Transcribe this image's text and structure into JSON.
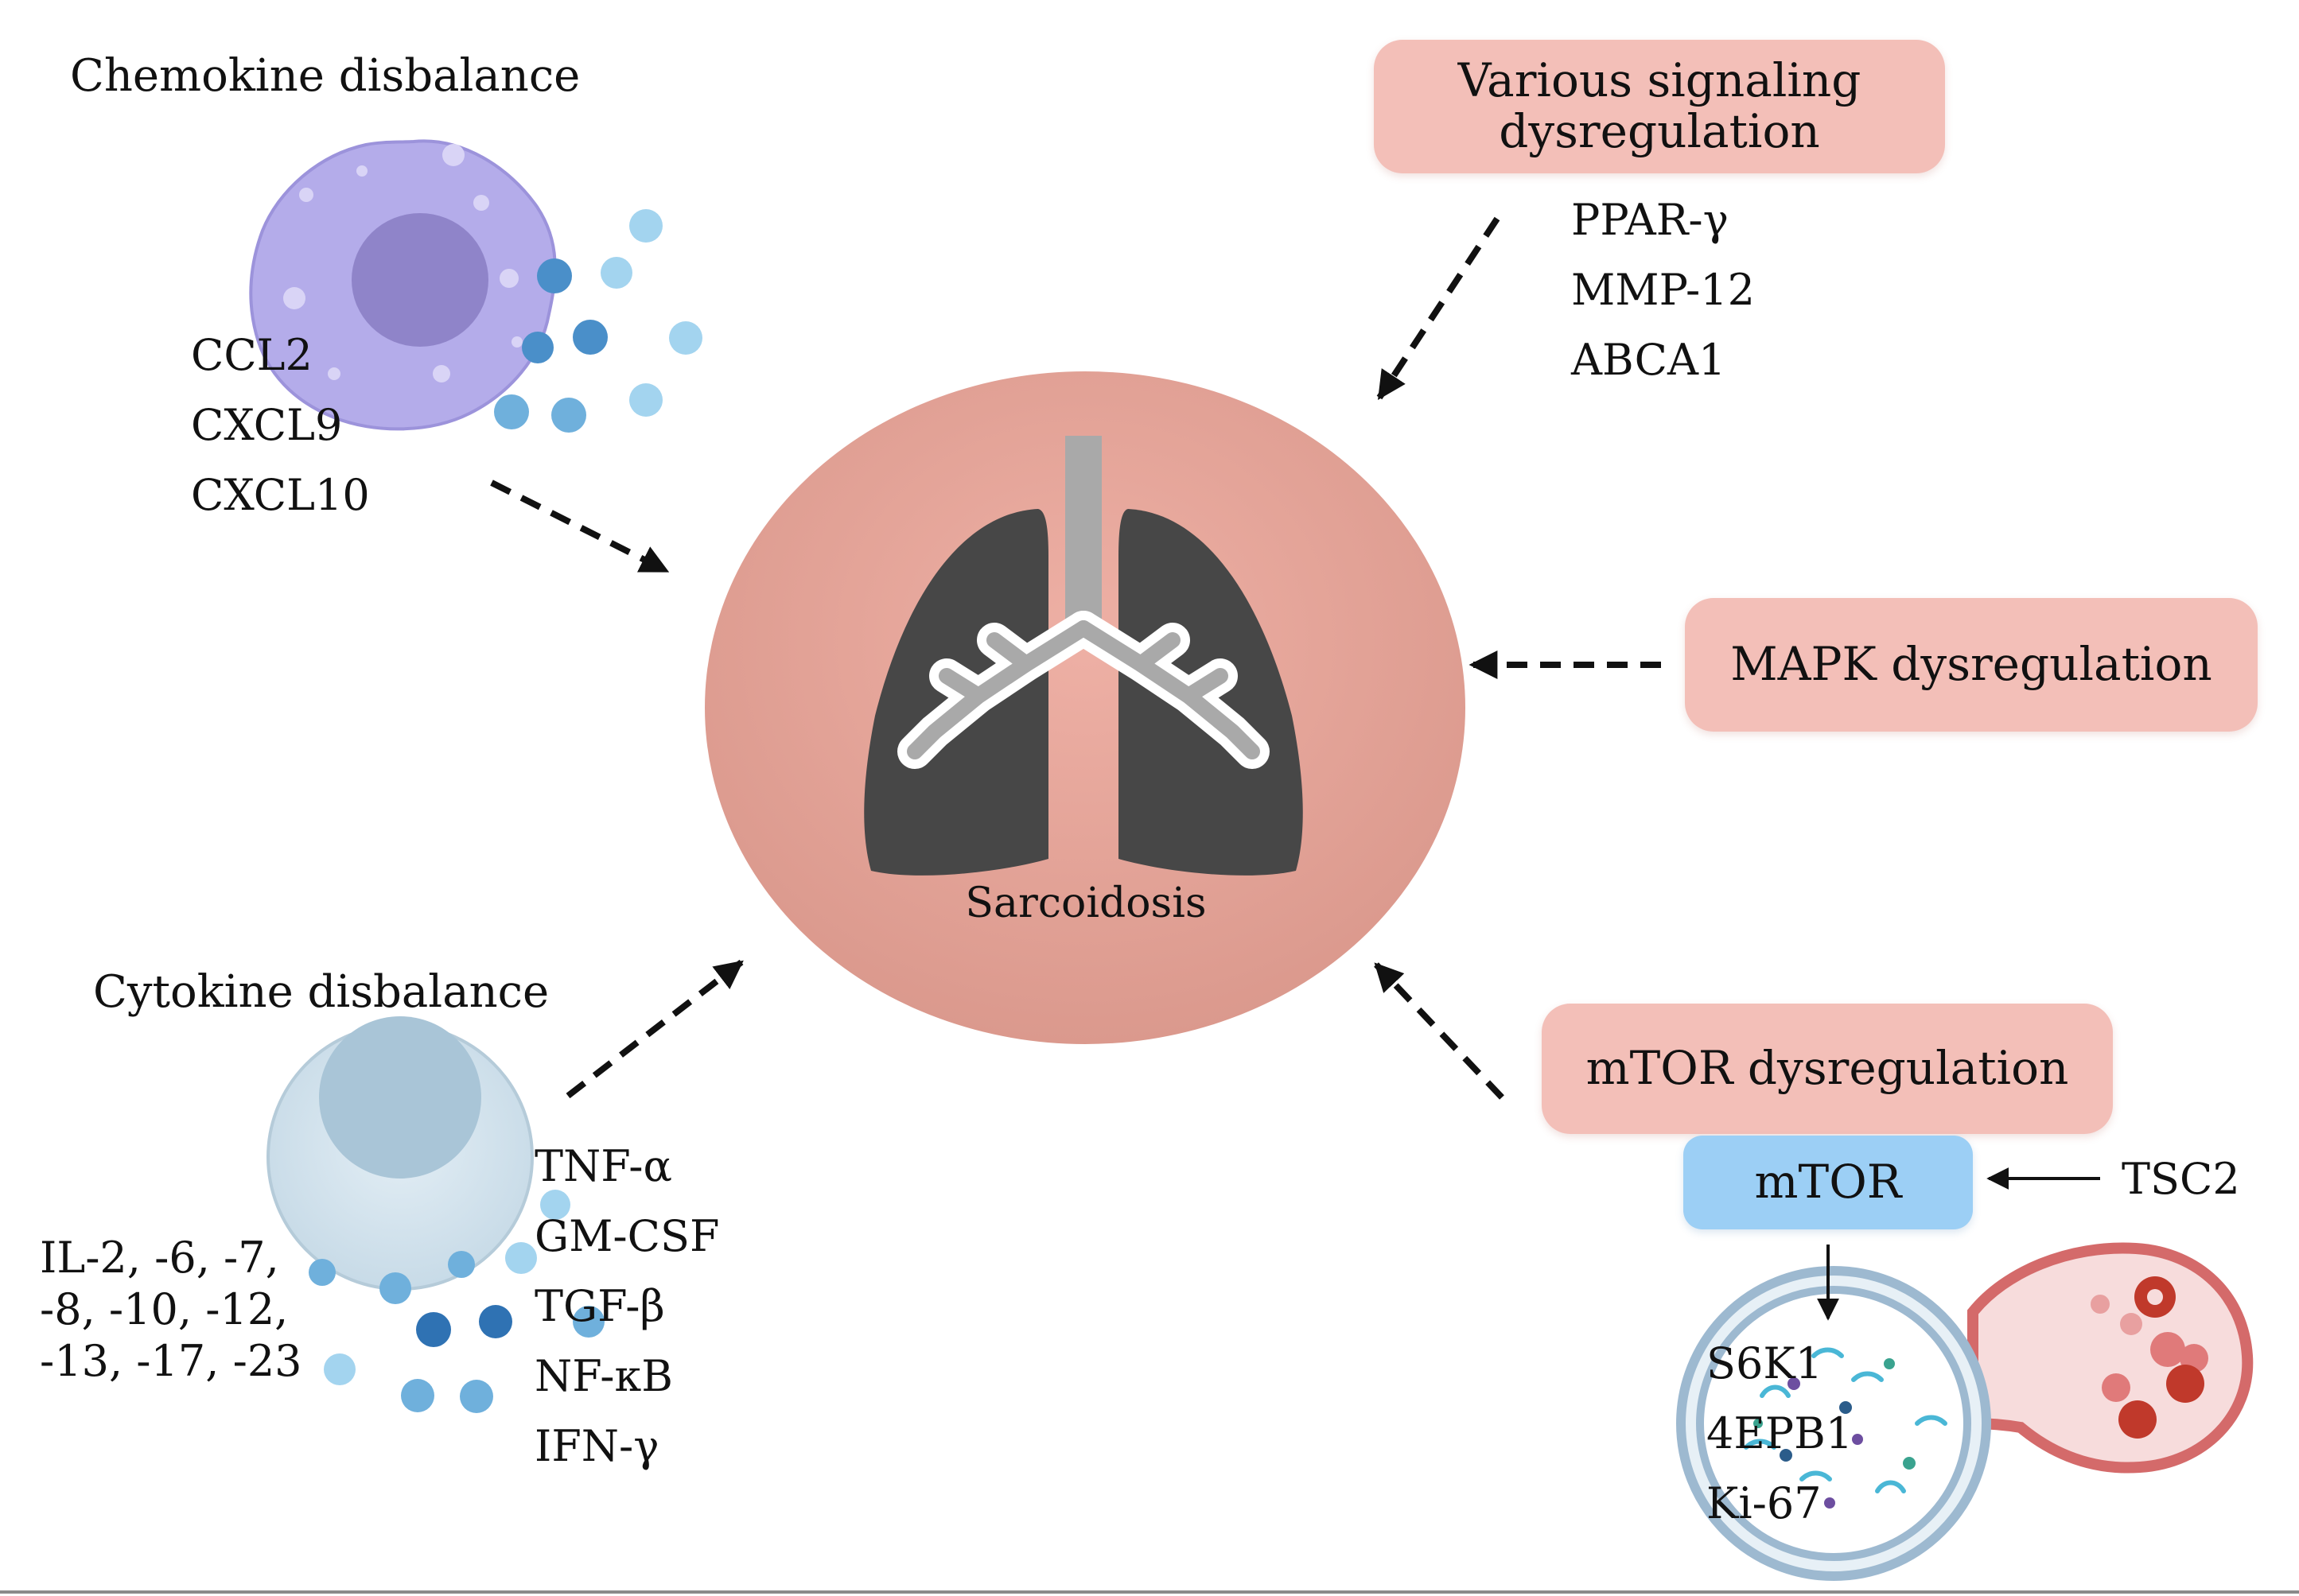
{
  "chemokine": {
    "title": "Chemokine disbalance",
    "markers": [
      "CCL2",
      "CXCL9",
      "CXCL10"
    ]
  },
  "cytokine": {
    "title": "Cytokine disbalance",
    "interleukins": [
      "IL-2, -6, -7,",
      "-8, -10, -12,",
      "-13, -17, -23"
    ],
    "markers": [
      "TNF-α",
      "GM-CSF",
      "TGF-β",
      "NF-κB",
      "IFN-γ"
    ]
  },
  "signaling": {
    "box_line1": "Various signaling",
    "box_line2": "dysregulation",
    "markers": [
      "PPAR-γ",
      "MMP-12",
      "ABCA1"
    ]
  },
  "mapk": {
    "box": "MAPK dysregulation"
  },
  "mtor": {
    "box": "mTOR dysregulation",
    "core": "mTOR",
    "upstream": "TSC2",
    "downstream": [
      "S6K1",
      "4EPB1",
      "Ki-67"
    ]
  },
  "center": {
    "label": "Sarcoidosis"
  },
  "colors": {
    "box_fill": "#f3bfb8",
    "mtor_fill": "#9ccff5",
    "center_fill": "#e3a096",
    "lung_fill": "#474747",
    "airway_fill": "#a9a9a9",
    "macrophage_fill": "#b4acea",
    "lymphocyte_fill": "#cfe2ee",
    "particle_fill": "#4a8fc9"
  },
  "icons": [
    "macrophage-cell-icon",
    "lymphocyte-cell-icon",
    "lungs-icon",
    "autophagy-vesicle-icon"
  ]
}
